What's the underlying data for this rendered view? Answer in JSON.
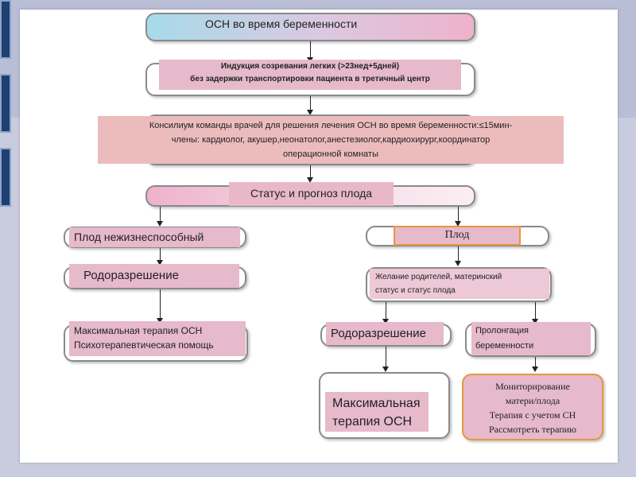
{
  "title": "ОСН во время беременности",
  "step_lung": {
    "line1": "Индукция созревания легких (>23нед+5дней)",
    "line2": "без задержки транспортировки пациента в третичный центр"
  },
  "step_council": {
    "line1": "Консилиум команды врачей для решения лечения ОСН во время беременности:≤15мин-",
    "line2": "члены: кардиолог, акушер,неонатолог,анестезиолог,кардиохирург,координатор",
    "line3": "операционной комнаты"
  },
  "fetal_status": "Статус и прогноз плода",
  "left_branch": {
    "nonviable": "Плод нежизнеспособный",
    "delivery": "Родоразрешение",
    "therapy_line1": "Максимальная терапия ОСН",
    "therapy_line2": "Психотерапевтическая помощь"
  },
  "right_branch": {
    "fetus": "Плод",
    "wish_line1": "Желание родителей, материнский",
    "wish_line2": "статус  и статус плода",
    "delivery": "Родоразрешение",
    "prolong_line1": "Пролонгация",
    "prolong_line2": "беременности",
    "max_therapy_line1": "Максимальная",
    "max_therapy_line2": "терапия ОСН",
    "monitor_line1": "Мониторирование",
    "monitor_line2": "матери/плода",
    "monitor_line3": "Терапия с учетом СН",
    "monitor_line4": "Рассмотреть терапию"
  },
  "colors": {
    "title_gradient_start": "#a6dbea",
    "title_gradient_end": "#eeb2cc",
    "pink_fill": "#e6b9cb",
    "salmon_fill": "#ecbcbc",
    "orange_border": "#e8963c",
    "tab_blue": "#1d3f72"
  }
}
